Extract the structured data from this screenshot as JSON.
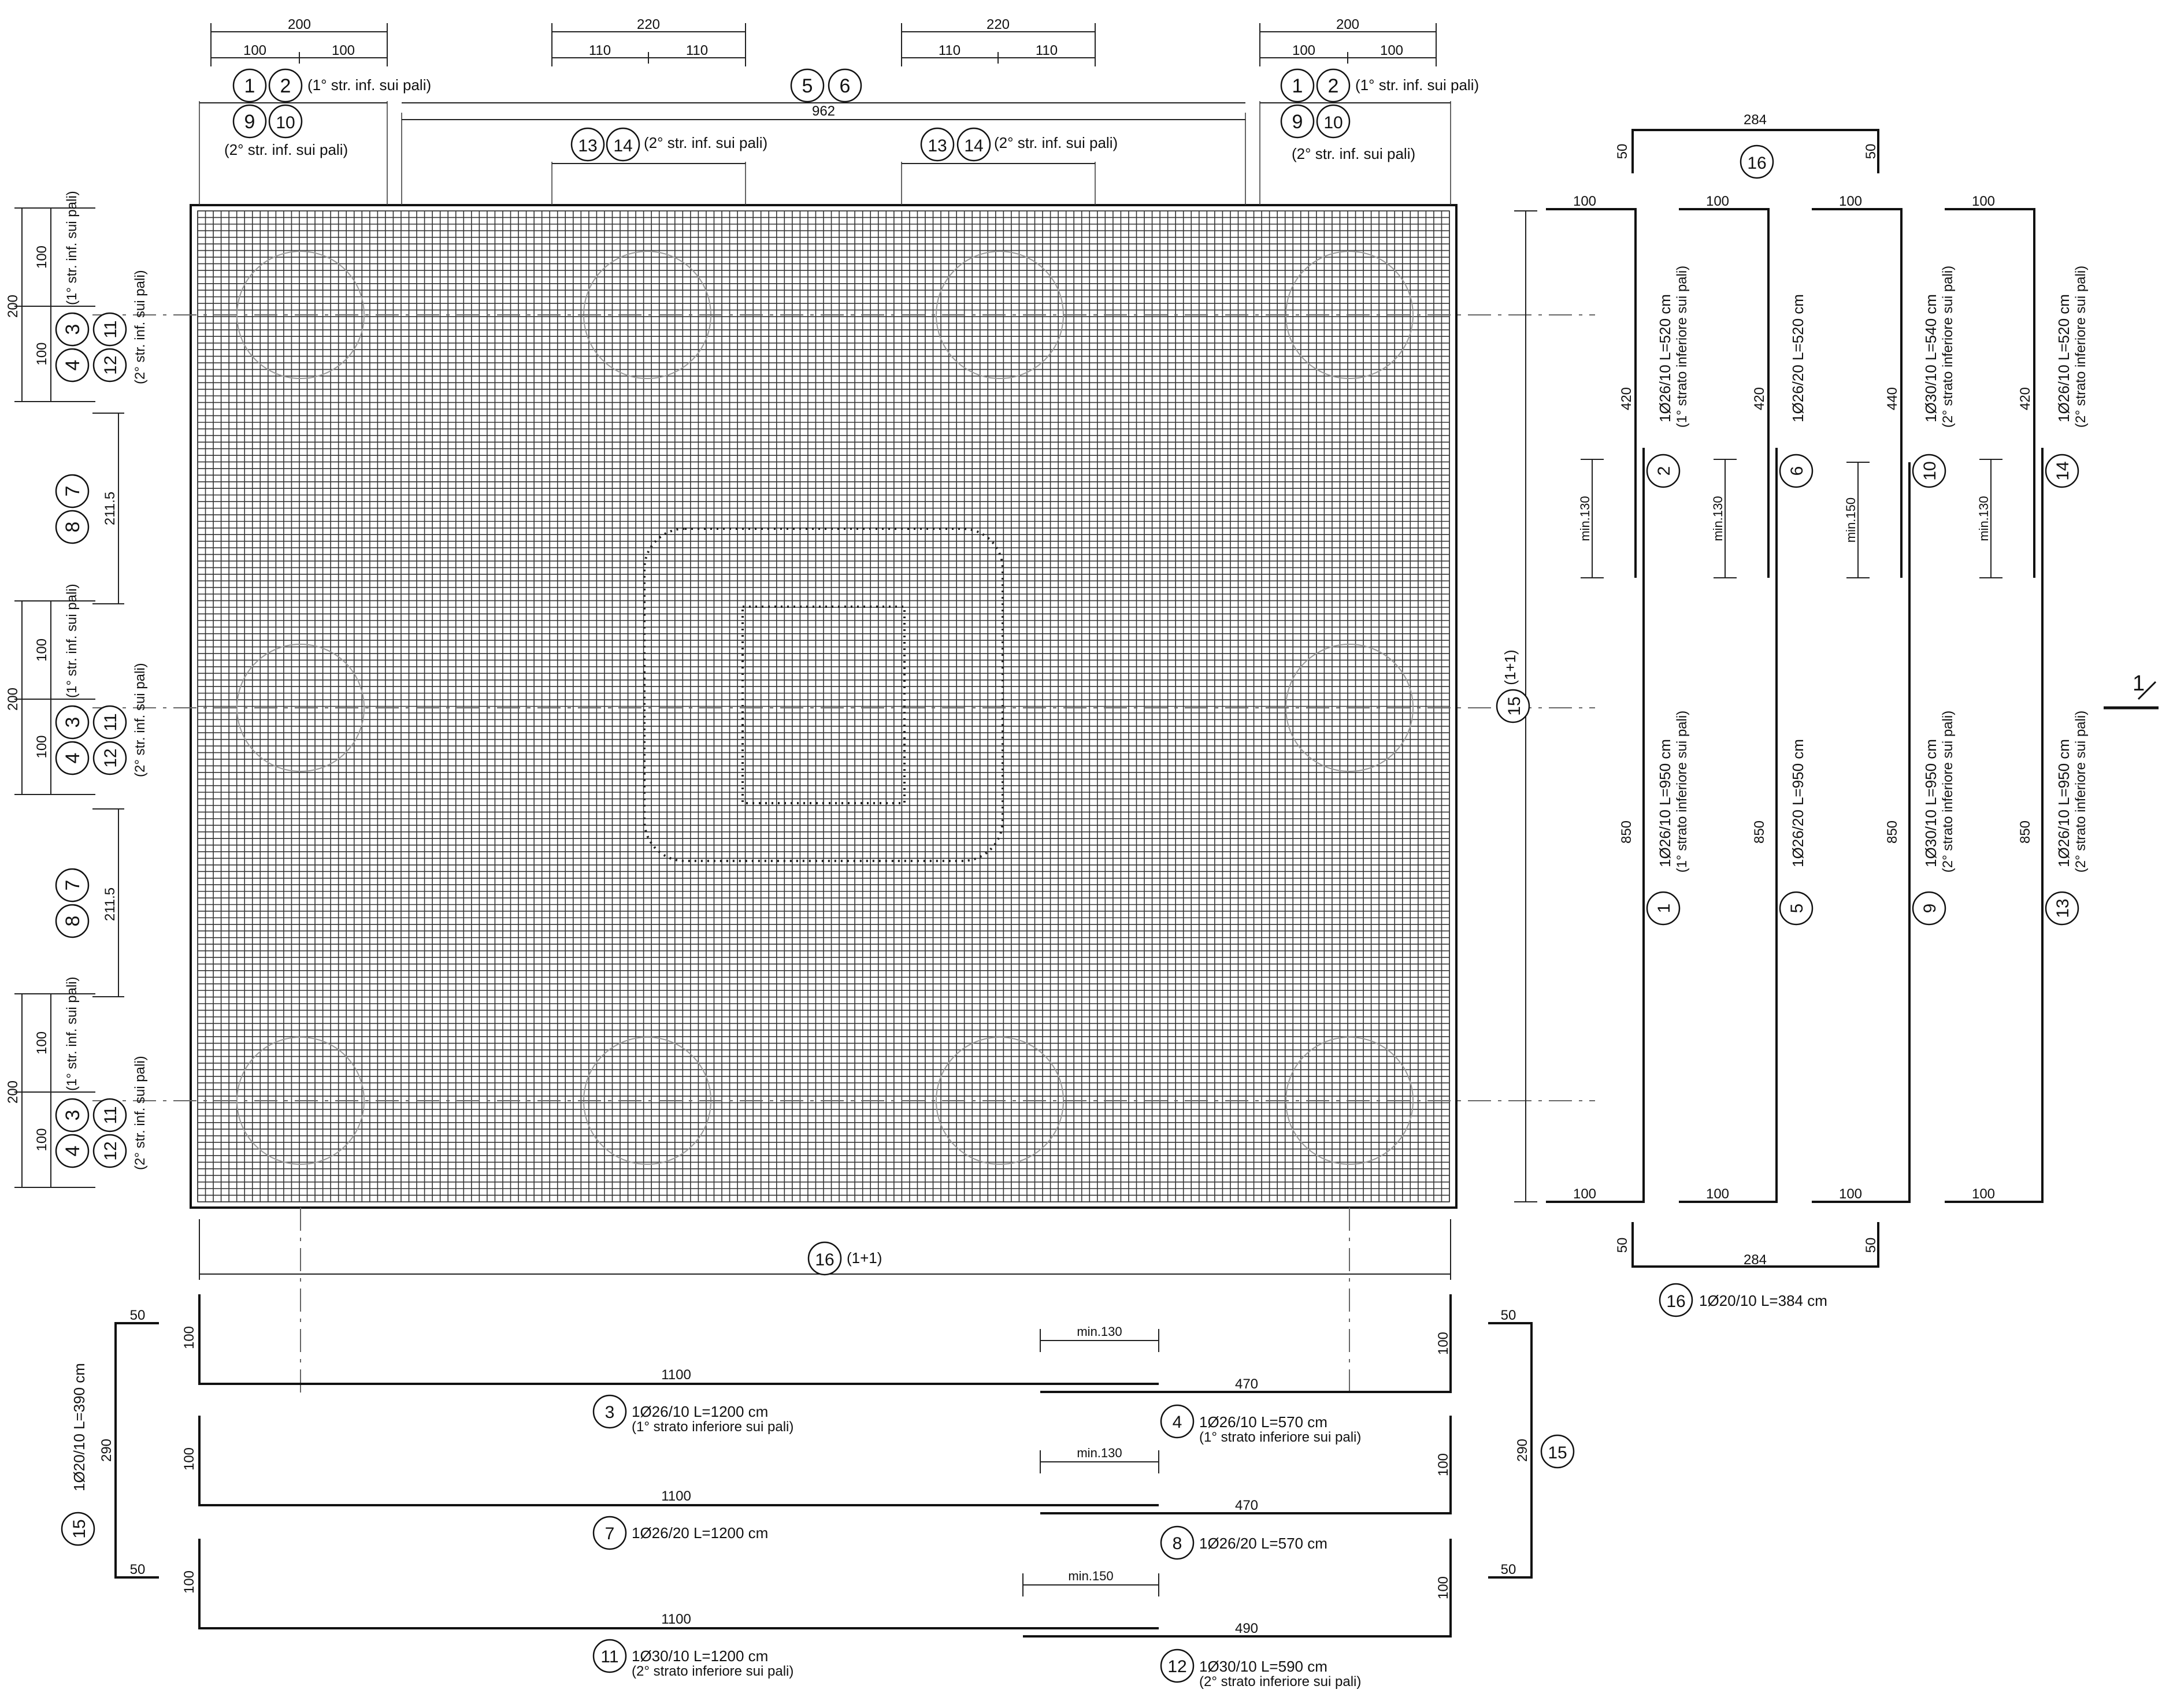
{
  "plan": {
    "top_dims": [
      {
        "id": "a",
        "total": "200",
        "parts": [
          "100",
          "100"
        ]
      },
      {
        "id": "b",
        "total": "220",
        "parts": [
          "110",
          "110"
        ]
      },
      {
        "id": "c",
        "total": "220",
        "parts": [
          "110",
          "110"
        ]
      },
      {
        "id": "d",
        "total": "200",
        "parts": [
          "100",
          "100"
        ]
      }
    ],
    "overall_top": "962",
    "note_first_layer": "(1° str. inf. sui pali)",
    "note_second_layer": "(2° str. inf. sui pali)",
    "left_block_dims": {
      "total": "200",
      "parts": [
        "100",
        "100"
      ]
    },
    "left_gap_dim": "211.5",
    "bottom_label_count": "(1+1)",
    "right_label_count": "(1+1)",
    "grid_cols": 160,
    "grid_rows": 150
  },
  "marks": [
    "1",
    "2",
    "3",
    "4",
    "5",
    "6",
    "7",
    "8",
    "9",
    "10",
    "11",
    "12",
    "13",
    "14",
    "15",
    "16"
  ],
  "side_bars": [
    {
      "top_leg": "100",
      "upper_len": "420",
      "lap": "min.130",
      "lower_len": "850",
      "bottom_leg": "100",
      "upper_mark": "2",
      "upper_spec": "1Ø26/10  L=520 cm",
      "upper_note": "(1° strato inferiore sui pali)",
      "lower_mark": "1",
      "lower_spec": "1Ø26/10  L=950 cm",
      "lower_note": "(1° strato inferiore sui pali)"
    },
    {
      "top_leg": "100",
      "upper_len": "420",
      "lap": "min.130",
      "lower_len": "850",
      "bottom_leg": "100",
      "upper_mark": "6",
      "upper_spec": "1Ø26/20  L=520 cm",
      "upper_note": "",
      "lower_mark": "5",
      "lower_spec": "1Ø26/20  L=950 cm",
      "lower_note": ""
    },
    {
      "top_leg": "100",
      "upper_len": "440",
      "lap": "min.150",
      "lower_len": "850",
      "bottom_leg": "100",
      "upper_mark": "10",
      "upper_spec": "1Ø30/10  L=540 cm",
      "upper_note": "(2° strato inferiore sui pali)",
      "lower_mark": "9",
      "lower_spec": "1Ø30/10  L=950 cm",
      "lower_note": "(2° strato inferiore sui pali)"
    },
    {
      "top_leg": "100",
      "upper_len": "420",
      "lap": "min.130",
      "lower_len": "850",
      "bottom_leg": "100",
      "upper_mark": "14",
      "upper_spec": "1Ø26/10  L=520 cm",
      "upper_note": "(2° strato inferiore sui pali)",
      "lower_mark": "13",
      "lower_spec": "1Ø26/10  L=950 cm",
      "lower_note": "(2° strato inferiore sui pali)"
    }
  ],
  "stirrup16": {
    "top_width": "284",
    "top_leg": "50",
    "bottom_width": "284",
    "bottom_leg": "50",
    "mark": "16",
    "spec": "1Ø20/10  L=384 cm"
  },
  "bottom_bars": [
    {
      "leg": "100",
      "long_len": "1100",
      "lap": "min.130",
      "short_len": "470",
      "right_leg": "100",
      "long_mark": "3",
      "long_spec": "1Ø26/10  L=1200 cm",
      "long_note": "(1° strato inferiore sui pali)",
      "short_mark": "4",
      "short_spec": "1Ø26/10  L=570 cm",
      "short_note": "(1° strato inferiore sui pali)"
    },
    {
      "leg": "100",
      "long_len": "1100",
      "lap": "min.130",
      "short_len": "470",
      "right_leg": "100",
      "long_mark": "7",
      "long_spec": "1Ø26/20  L=1200 cm",
      "long_note": "",
      "short_mark": "8",
      "short_spec": "1Ø26/20  L=570 cm",
      "short_note": ""
    },
    {
      "leg": "100",
      "long_len": "1100",
      "lap": "min.150",
      "short_len": "490",
      "right_leg": "100",
      "long_mark": "11",
      "long_spec": "1Ø30/10  L=1200 cm",
      "long_note": "(2° strato inferiore sui pali)",
      "short_mark": "12",
      "short_spec": "1Ø30/10  L=590 cm",
      "short_note": "(2° strato inferiore sui pali)"
    }
  ],
  "stirrup15": {
    "left_leg_top": "50",
    "height": "290",
    "left_leg_bottom": "50",
    "mark": "15",
    "spec": "1Ø20/10  L=390 cm",
    "right_leg_top": "50",
    "right_height": "290",
    "right_leg_bottom": "50"
  },
  "section_mark": "1"
}
